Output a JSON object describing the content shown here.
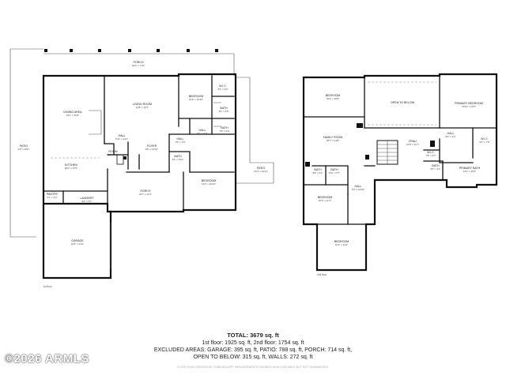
{
  "floor1": {
    "label": "1st floor",
    "rooms": [
      {
        "name": "PORCH",
        "dim": "32'0\" x 7'10\""
      },
      {
        "name": "LIVING ROOM",
        "dim": "21'8\" x 15'7\""
      },
      {
        "name": "DINING AREA",
        "dim": "18'1\" x 15'6\""
      },
      {
        "name": "BEDROOM",
        "dim": "15'6\" x 12'10\""
      },
      {
        "name": "W.I.C.",
        "dim": "6'6\" x 6'0\""
      },
      {
        "name": "BATH",
        "dim": "9'4\" x 6'6\""
      },
      {
        "name": "BATH",
        "dim": "7'8\" x 5'0\""
      },
      {
        "name": "HALL",
        "dim": "8'2\" x 5'0\""
      },
      {
        "name": "HALL",
        "dim": "6'11\" x 4'11\""
      },
      {
        "name": "HALL",
        "dim": "7'8\" x 4'0\""
      },
      {
        "name": "ROOM",
        "dim": "5'5\" x 4'8\""
      },
      {
        "name": "FOYER",
        "dim": "8'0\" x 16'10\""
      },
      {
        "name": "BATH",
        "dim": "9'1\" x 6'10\""
      },
      {
        "name": "PATIO",
        "dim": "9'0\" x 35'6\""
      },
      {
        "name": "KITCHEN",
        "dim": "20'0\" x 17'5\""
      },
      {
        "name": "PORCH",
        "dim": "22'7\" x 11'1\""
      },
      {
        "name": "BEDROOM",
        "dim": "16'0\" x 15'10\""
      },
      {
        "name": "PATIO",
        "dim": "15'4\" x 10'11\""
      },
      {
        "name": "PANTRY",
        "dim": "4'1\" x 4'0\""
      },
      {
        "name": "LAUNDRY",
        "dim": "9'6\" x 5'1\""
      },
      {
        "name": "GARAGE",
        "dim": "19'5\" x 21'2\""
      }
    ]
  },
  "floor2": {
    "label": "2nd floor",
    "rooms": [
      {
        "name": "BEDROOM",
        "dim": "15'6\" x 15'8\""
      },
      {
        "name": "OPEN TO BELOW",
        "dim": ""
      },
      {
        "name": "PRIMARY BEDROOM",
        "dim": "15'11\" x 22'5\""
      },
      {
        "name": "FAMILY ROOM",
        "dim": "18'7\" x 14'8\""
      },
      {
        "name": "FRAU",
        "dim": "21'8\" x 11'7\""
      },
      {
        "name": "HALL",
        "dim": "8'9\" x 4'4\""
      },
      {
        "name": "W.I.C.",
        "dim": "5'0\" x 7'5\""
      },
      {
        "name": "W.I.C.",
        "dim": "7'8\" x 5'7\""
      },
      {
        "name": "BATH",
        "dim": "6'0\" x 6'1\""
      },
      {
        "name": "PRIMARY BATH",
        "dim": "14'4\" x 10'0\""
      },
      {
        "name": "BATH",
        "dim": "8'5\" x 5'1\""
      },
      {
        "name": "BATH",
        "dim": "6'11\" x 5'7\""
      },
      {
        "name": "HALL",
        "dim": "6'3\" x 10'10\""
      },
      {
        "name": "BEDROOM",
        "dim": "15'6\" x 11'7\""
      },
      {
        "name": "BEDROOM",
        "dim": "16'2\" x 13'4\""
      }
    ]
  },
  "stats": {
    "total": "TOTAL: 3679 sq. ft",
    "floors": "1st floor: 1925 sq. ft, 2nd floor: 1754 sq. ft",
    "excluded": "EXCLUDED AREAS: GARAGE: 395 sq. ft, PATIO: 788 sq. ft, PORCH: 714 sq. ft,",
    "excluded2": "OPEN TO BELOW: 315 sq. ft, WALLS: 272 sq. ft"
  },
  "watermark": "©2026 ARMLS",
  "disclaimer": "FLOOR PLAN CREATED BY CUBICASA APP. MEASUREMENTS DEEMED HIGHLY RELIABLE BUT NOT GUARANTEED."
}
